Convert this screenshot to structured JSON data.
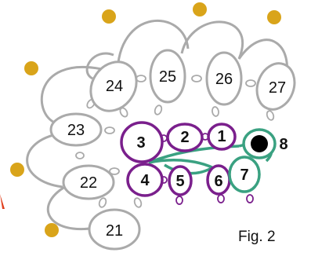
{
  "figure": {
    "caption": "Fig. 2",
    "colors": {
      "outer_ring": "#aaaaaa",
      "inner_ring": "#7a1f8c",
      "green_chain": "#3aa181",
      "bead": "#d9a41a",
      "fill": "#ffffff",
      "black_bead": "#000000",
      "red_mark": "#e0401e"
    },
    "outer_rings": [
      {
        "id": "21",
        "label": "21"
      },
      {
        "id": "22",
        "label": "22"
      },
      {
        "id": "23",
        "label": "23"
      },
      {
        "id": "24",
        "label": "24"
      },
      {
        "id": "25",
        "label": "25"
      },
      {
        "id": "26",
        "label": "26"
      },
      {
        "id": "27",
        "label": "27"
      }
    ],
    "inner_rings": [
      {
        "id": "1",
        "label": "1"
      },
      {
        "id": "2",
        "label": "2"
      },
      {
        "id": "3",
        "label": "3"
      },
      {
        "id": "4",
        "label": "4"
      },
      {
        "id": "5",
        "label": "5"
      },
      {
        "id": "6",
        "label": "6"
      }
    ],
    "green_ring": {
      "id": "7",
      "label": "7"
    },
    "start_ring": {
      "id": "8",
      "label": "8"
    }
  }
}
